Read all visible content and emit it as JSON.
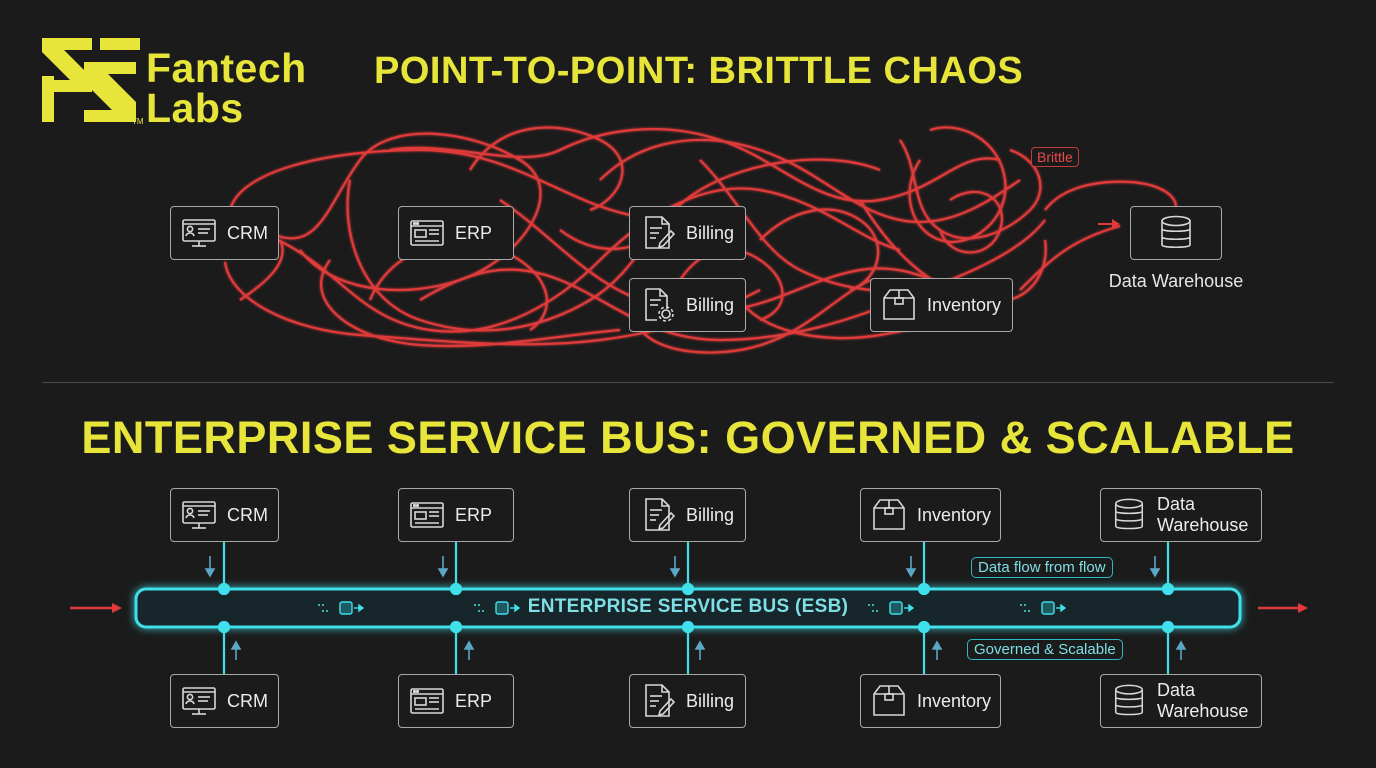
{
  "brand": {
    "line1": "Fantech",
    "line2": "Labs",
    "logo_color": "#e7e43a"
  },
  "top_section": {
    "title": "POINT-TO-POINT: BRITTLE CHAOS",
    "tag": "Brittle",
    "nodes": [
      "CRM",
      "ERP",
      "Billing",
      "Billing",
      "Inventory"
    ],
    "data_warehouse_label": "Data Warehouse",
    "line_color": "#e03a3a"
  },
  "bottom_section": {
    "title": "ENTERPRISE SERVICE BUS: GOVERNED & SCALABLE",
    "bus_label": "ENTERPRISE SERVICE BUS (ESB)",
    "tag_upper": "Data flow from flow",
    "tag_lower": "Governed & Scalable",
    "top_nodes": [
      "CRM",
      "ERP",
      "Billing",
      "Inventory",
      "Data Warehouse"
    ],
    "bottom_nodes": [
      "CRM",
      "ERP",
      "Billing",
      "Inventory",
      "Data Warehouse"
    ],
    "dw_lines": [
      "Data",
      "Warehouse"
    ],
    "bus_color": "#3fe0ea"
  },
  "icons": [
    "monitor-icon",
    "window-icon",
    "document-pen-icon",
    "document-gear-icon",
    "box-icon",
    "database-icon"
  ]
}
